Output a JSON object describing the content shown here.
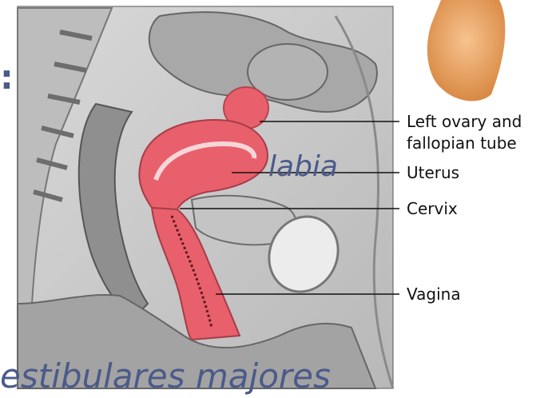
{
  "labels": {
    "ovary_line1": "Left ovary and",
    "ovary_line2": "fallopian tube",
    "uterus": "Uterus",
    "cervix": "Cervix",
    "vagina": "Vagina"
  },
  "overlay_text": {
    "top": "labia",
    "bottom": "estibulares majores",
    "colon": ":"
  },
  "colors": {
    "tissue_pink": "#e8606b",
    "tissue_light_pink": "#f3a3ab",
    "tissue_gray": "#9c9c9c",
    "skin": "#f0b072",
    "overlay_text": "#4b5a8a"
  }
}
